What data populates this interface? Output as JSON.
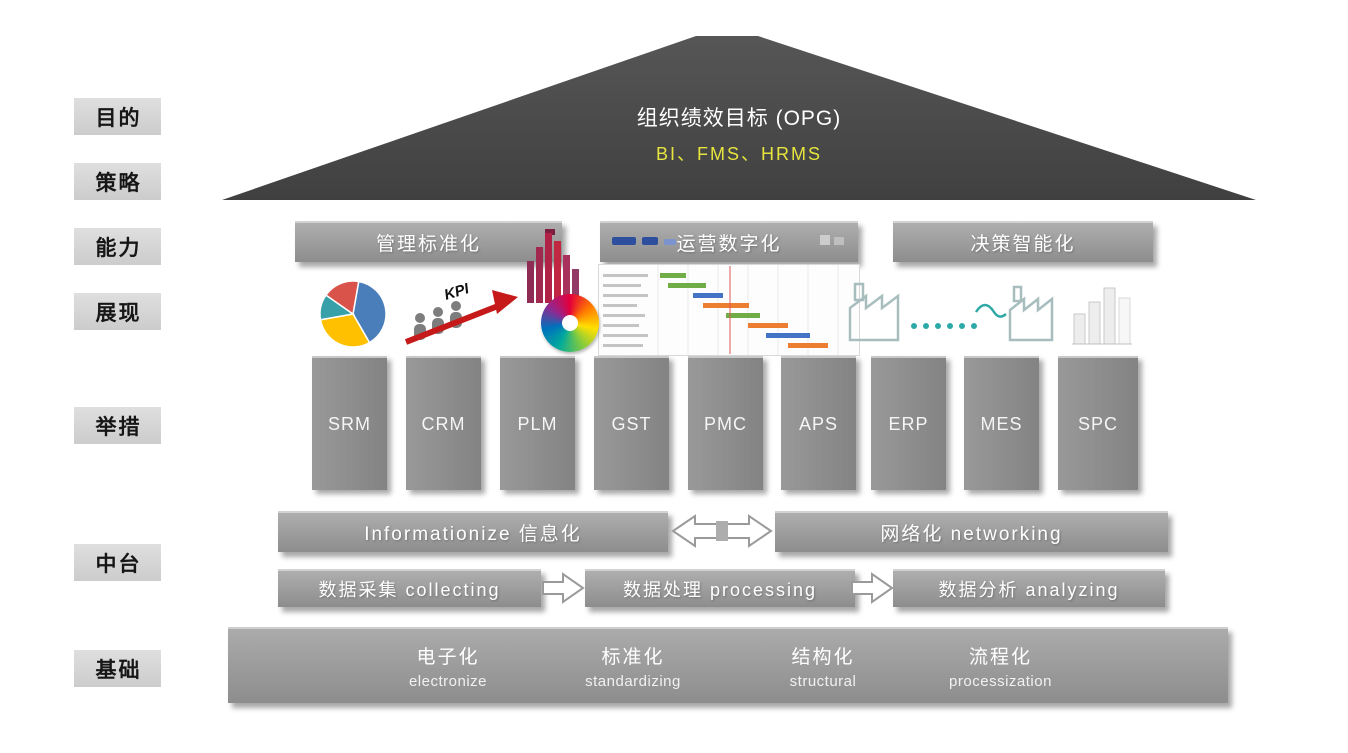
{
  "colors": {
    "page_bg": "#ffffff",
    "roof_bg": "#4a4a4a",
    "bar_gray": "#959595",
    "pillar_gray": "#8b8b8b",
    "side_label_bg": "#d6d6d6",
    "roof_subtitle_yellow": "#e6e43e",
    "bar_text": "#ffffff",
    "gantt_green": "#70ad47",
    "gantt_orange": "#ed7d31",
    "gantt_blue": "#4472c4",
    "kpi_red": "#c61a1a",
    "factory_teal": "#2fa8a8"
  },
  "side_labels": [
    {
      "label": "目的"
    },
    {
      "label": "策略"
    },
    {
      "label": "能力"
    },
    {
      "label": "展现"
    },
    {
      "label": "举措"
    },
    {
      "label": "中台"
    },
    {
      "label": "基础"
    }
  ],
  "roof": {
    "title": "组织绩效目标 (OPG)",
    "subtitle": "BI、FMS、HRMS"
  },
  "capability_bars": [
    {
      "label": "管理标准化"
    },
    {
      "label": "运营数字化"
    },
    {
      "label": "决策智能化"
    }
  ],
  "decor": {
    "kpi_label": "KPI"
  },
  "pillars": [
    {
      "label": "SRM"
    },
    {
      "label": "CRM"
    },
    {
      "label": "PLM"
    },
    {
      "label": "GST"
    },
    {
      "label": "PMC"
    },
    {
      "label": "APS"
    },
    {
      "label": "ERP"
    },
    {
      "label": "MES"
    },
    {
      "label": "SPC"
    }
  ],
  "middle_platform": {
    "row1": [
      {
        "label": "Informationize 信息化"
      },
      {
        "label": "网络化 networking"
      }
    ],
    "row2": [
      {
        "label": "数据采集 collecting"
      },
      {
        "label": "数据处理 processing"
      },
      {
        "label": "数据分析 analyzing"
      }
    ]
  },
  "foundation": {
    "items": [
      {
        "cn": "电子化",
        "en": "electronize"
      },
      {
        "cn": "标准化",
        "en": "standardizing"
      },
      {
        "cn": "结构化",
        "en": "structural"
      },
      {
        "cn": "流程化",
        "en": "processization"
      }
    ]
  }
}
